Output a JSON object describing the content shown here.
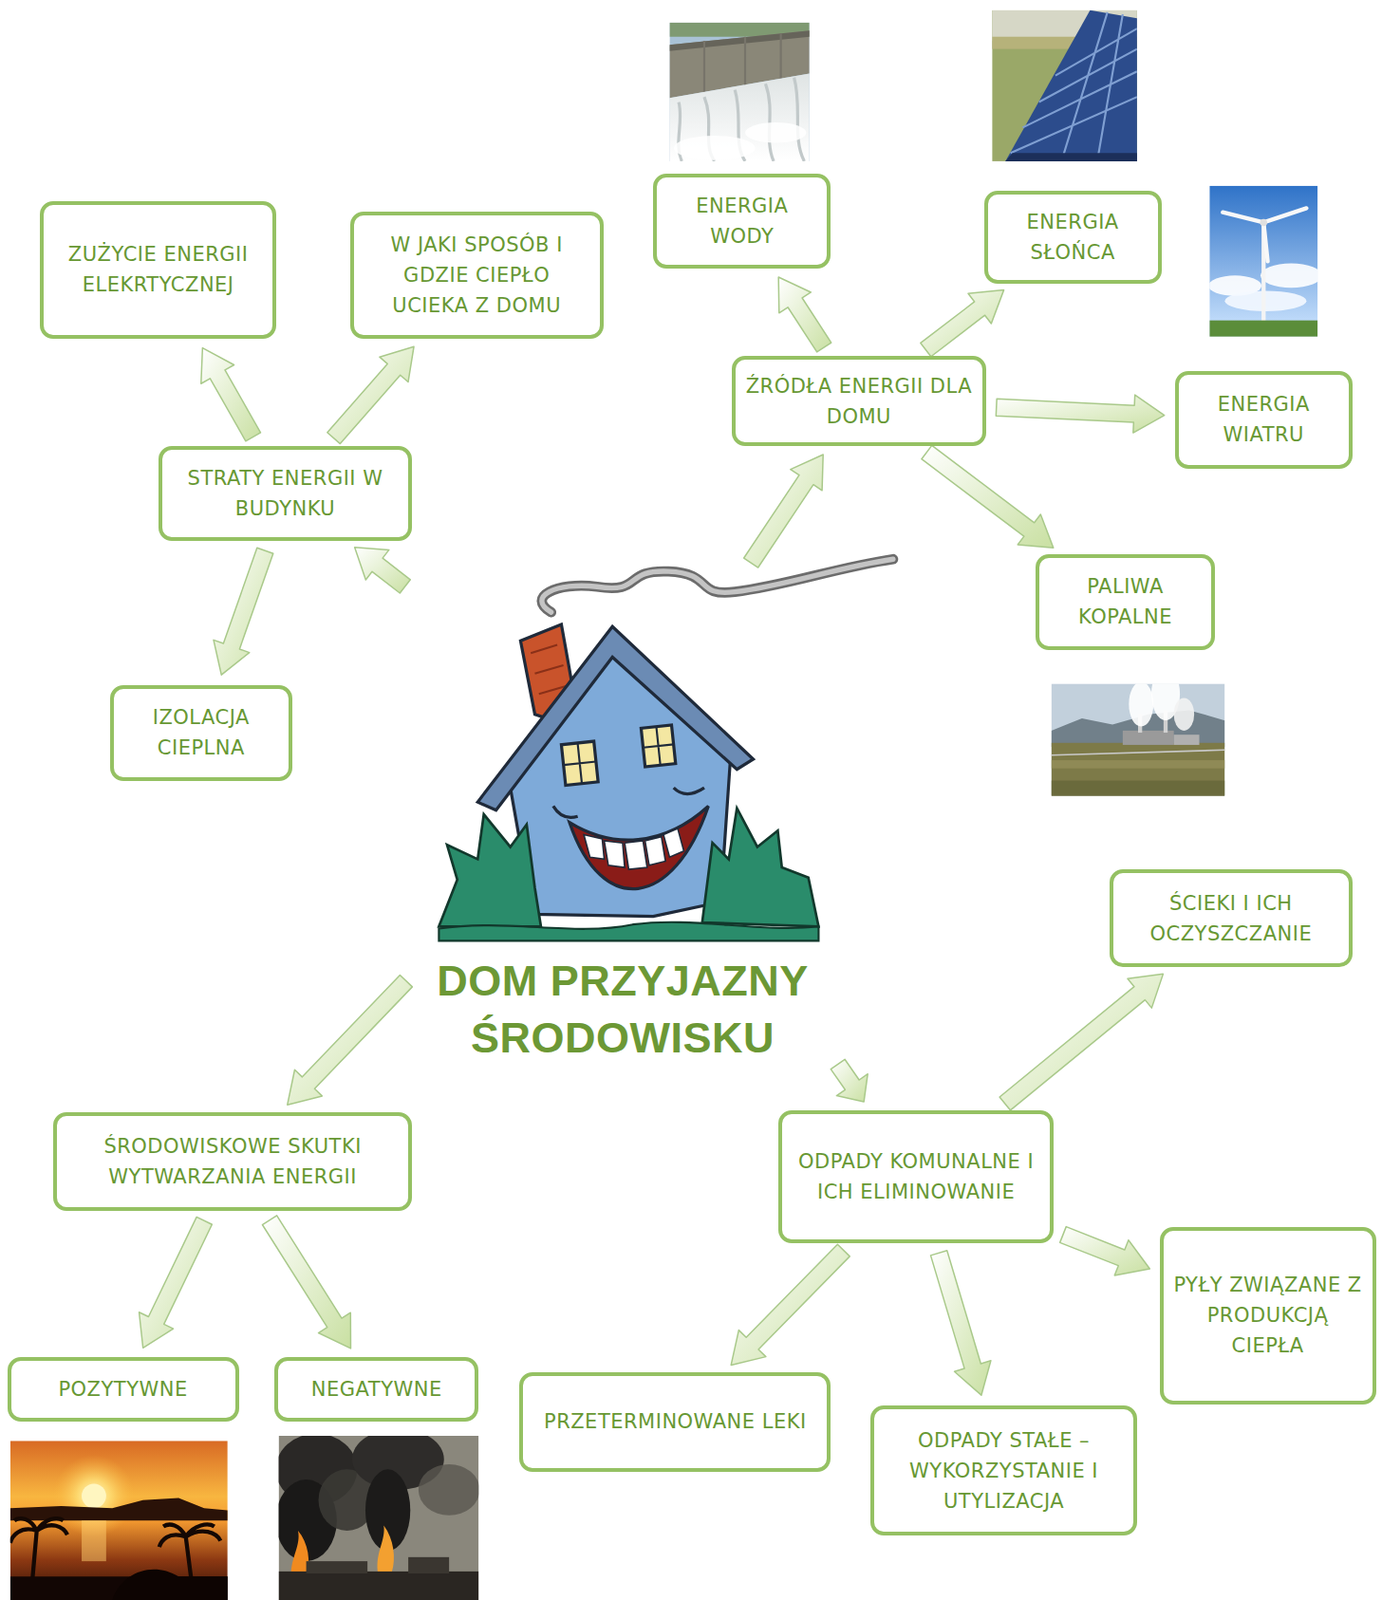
{
  "diagram": {
    "nodes": [
      {
        "text": [
          "DOM PRZYJAZNY ŚRODOWISKU"
        ]
      },
      {
        "text": [
          "ZUŻYCIE ENERGII ELEKRTYCZNEJ"
        ]
      },
      {
        "text": [
          "W JAKI SPOSÓB I GDZIE CIEPŁO UCIEKA Z DOMU"
        ]
      },
      {
        "text": [
          "ENERGIA WODY"
        ]
      },
      {
        "text": [
          "ENERGIA SŁOŃCA"
        ]
      },
      {
        "text": [
          "ŹRÓDŁA ENERGII DLA DOMU"
        ]
      },
      {
        "text": [
          "ENERGIA WIATRU"
        ]
      },
      {
        "text": [
          "STRATY ENERGII W BUDYNKU"
        ]
      },
      {
        "text": [
          "PALIWA KOPALNE"
        ]
      },
      {
        "text": [
          "IZOLACJA CIEPLNA"
        ]
      },
      {
        "text": [
          "ŚCIEKI I ICH OCZYSZCZANIE"
        ]
      },
      {
        "text": [
          "ŚRODOWISKOWE SKUTKI WYTWARZANIA ENERGII"
        ]
      },
      {
        "text": [
          "ODPADY KOMUNALNE I ICH ELIMINOWANIE"
        ]
      },
      {
        "text": [
          "PYŁY ZWIĄZANE Z PRODUKCJĄ CIEPŁA"
        ]
      },
      {
        "text": [
          "POZYTYWNE"
        ]
      },
      {
        "text": [
          "NEGATYWNE"
        ]
      },
      {
        "text": [
          "PRZETERMINOWANE LEKI"
        ]
      },
      {
        "text": [
          "ODPADY STAŁE – WYKORZYSTANIE I UTYLIZACJA"
        ]
      }
    ],
    "edges": [
      {
        "from": 0,
        "to": 7,
        "arrow": "to"
      },
      {
        "from": 0,
        "to": 5,
        "arrow": "to"
      },
      {
        "from": 0,
        "to": 11,
        "arrow": "to"
      },
      {
        "from": 0,
        "to": 12,
        "arrow": "to"
      },
      {
        "from": 7,
        "to": 1,
        "arrow": "to"
      },
      {
        "from": 7,
        "to": 2,
        "arrow": "to"
      },
      {
        "from": 7,
        "to": 9,
        "arrow": "to"
      },
      {
        "from": 5,
        "to": 3,
        "arrow": "to"
      },
      {
        "from": 5,
        "to": 4,
        "arrow": "to"
      },
      {
        "from": 5,
        "to": 6,
        "arrow": "to"
      },
      {
        "from": 5,
        "to": 8,
        "arrow": "to"
      },
      {
        "from": 11,
        "to": 14,
        "arrow": "to"
      },
      {
        "from": 11,
        "to": 15,
        "arrow": "to"
      },
      {
        "from": 12,
        "to": 10,
        "arrow": "to"
      },
      {
        "from": 12,
        "to": 13,
        "arrow": "to"
      },
      {
        "from": 12,
        "to": 16,
        "arrow": "to"
      },
      {
        "from": 12,
        "to": 17,
        "arrow": "to"
      }
    ]
  }
}
